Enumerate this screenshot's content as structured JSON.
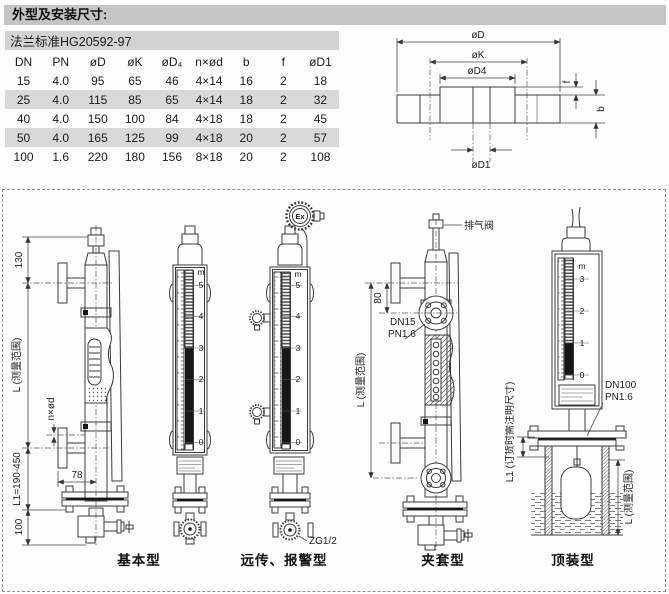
{
  "page": {
    "title": "外型及安装尺寸:"
  },
  "flange_table": {
    "title": "法兰标准HG20592-97",
    "columns": [
      "DN",
      "PN",
      "øD",
      "øK",
      "øD₄",
      "n×ød",
      "b",
      "f",
      "øD1"
    ],
    "rows": [
      [
        "15",
        "4.0",
        "95",
        "65",
        "46",
        "4×14",
        "16",
        "2",
        "18"
      ],
      [
        "25",
        "4.0",
        "115",
        "85",
        "65",
        "4×14",
        "18",
        "2",
        "32"
      ],
      [
        "40",
        "4.0",
        "150",
        "100",
        "84",
        "4×18",
        "18",
        "2",
        "45"
      ],
      [
        "50",
        "4.0",
        "165",
        "125",
        "99",
        "4×18",
        "20",
        "2",
        "57"
      ],
      [
        "100",
        "1.6",
        "220",
        "180",
        "156",
        "8×18",
        "20",
        "2",
        "108"
      ]
    ]
  },
  "flange_drawing": {
    "dim_d": "øD",
    "dim_k": "øK",
    "dim_d4": "øD4",
    "dim_d1": "øD1",
    "dim_f": "f",
    "dim_b": "b"
  },
  "basic_side": {
    "dim_130": "130",
    "dim_l": "L (测量范围)",
    "dim_nxod": "n×ød",
    "dim_l1": "L1=190-450",
    "dim_100": "100",
    "dim_78": "78"
  },
  "basic_front": {
    "unit": "m",
    "t5": "5",
    "t4": "4",
    "t3": "3",
    "t2": "2",
    "t1": "1",
    "t0": "0"
  },
  "remote": {
    "ex": "Ex",
    "unit": "m",
    "t5": "5",
    "t4": "4",
    "t3": "3",
    "t2": "2",
    "t1": "1",
    "t0": "0",
    "zg": "ZG1/2"
  },
  "jacket": {
    "vent": "排气阀",
    "dim_80": "80",
    "dim_l": "L (测量范围)",
    "dn": "DN15",
    "pn": "PN1.6"
  },
  "top_mount": {
    "unit": "m",
    "t3": "3",
    "t2": "2",
    "t1": "1",
    "t0": "0",
    "dn": "DN100",
    "pn": "PN1.6",
    "dim_l1": "L1 (订货时需注明尺寸)",
    "dim_l": "L (测量范围)"
  },
  "captions": {
    "basic": "基本型",
    "remote": "远传、报警型",
    "jacket": "夹套型",
    "top": "顶装型"
  },
  "colors": {
    "header_bar": "#c5c5c5",
    "row_shade": "#d9d9d9",
    "line": "#3a3a3a"
  }
}
